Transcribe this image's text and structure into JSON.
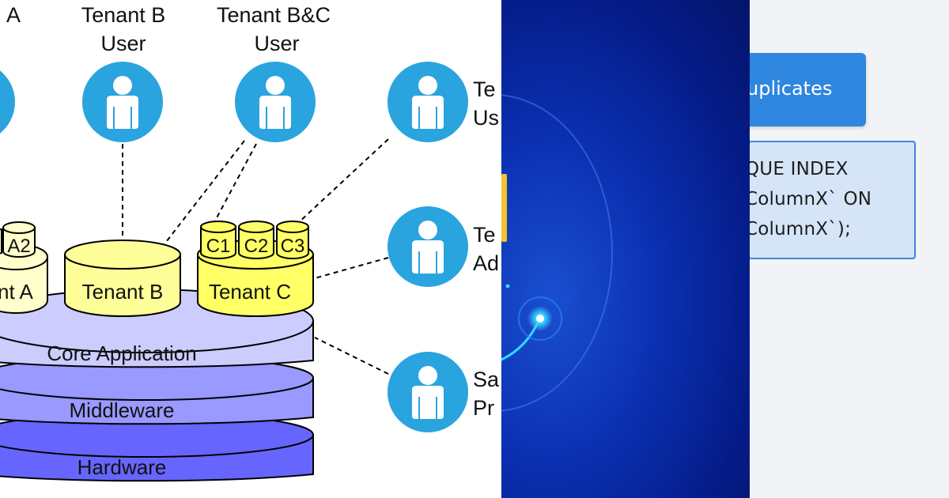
{
  "diagram": {
    "users": [
      {
        "label_lines": [
          "A",
          ""
        ]
      },
      {
        "label_lines": [
          "Tenant B",
          "User"
        ]
      },
      {
        "label_lines": [
          "Tenant B&C",
          "User"
        ]
      },
      {
        "label_lines": [
          "Te",
          "Us"
        ]
      },
      {
        "label_lines": [
          "Te",
          "Ad"
        ]
      },
      {
        "label_lines": [
          "Sa",
          "Pr"
        ]
      }
    ],
    "tenants": {
      "a": {
        "label": "nt A",
        "sub": [
          "A2"
        ]
      },
      "b": {
        "label": "Tenant B"
      },
      "c": {
        "label": "Tenant C",
        "sub": [
          "C1",
          "C2",
          "C3"
        ]
      }
    },
    "layers": [
      "Core Application",
      "Middleware",
      "Hardware"
    ],
    "colors": {
      "user_icon": "#2aa4de",
      "tenant_yellow": "#ffff99",
      "core": "#ccccff",
      "middleware": "#9999ff",
      "hardware": "#6666ff"
    }
  },
  "space": {
    "colors": {
      "bg": "#0a2fb0",
      "node": "#35d8ff",
      "tab": "#f2c230"
    }
  },
  "code_panel": {
    "button_label": "uplicates",
    "code_lines": [
      "QUE INDEX",
      "ColumnX` ON",
      "ColumnX`);"
    ]
  }
}
